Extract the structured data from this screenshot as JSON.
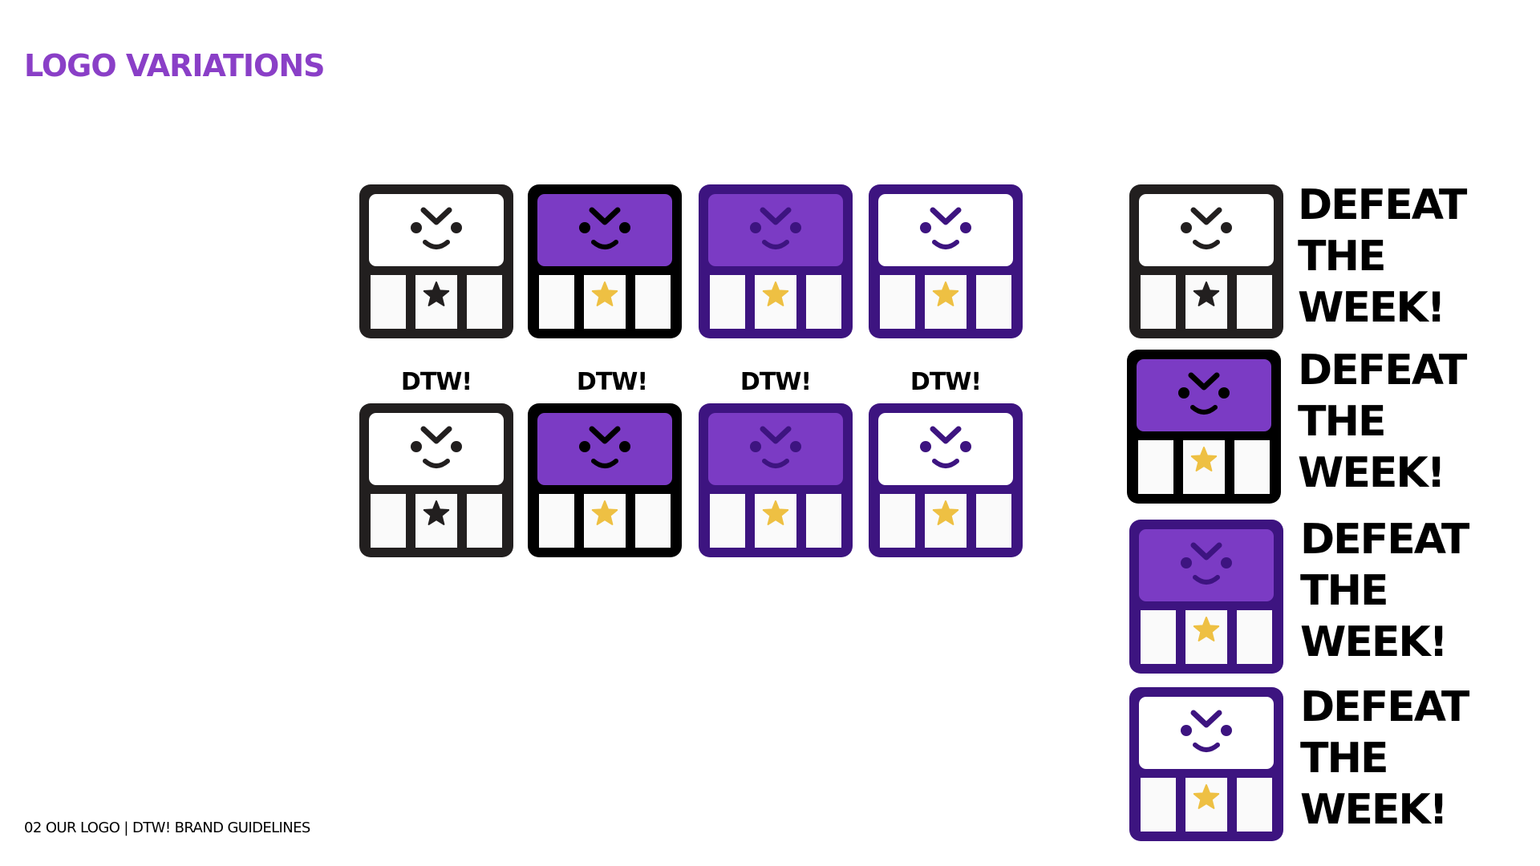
{
  "page": {
    "title": "LOGO VARIATIONS",
    "footer": "02 OUR LOGO | DTW! BRAND GUIDELINES"
  },
  "colors": {
    "title": "#8a3fc7",
    "text": "#000000",
    "purple_fill": "#7b3bc4",
    "dark_purple": "#3d1480",
    "charcoal": "#221f1f",
    "black": "#000000",
    "white": "#ffffff",
    "cell_white": "#fafafa",
    "star_gold": "#eec043"
  },
  "styles": [
    {
      "name": "mono-charcoal",
      "frame": "#221f1f",
      "screen": "#ffffff",
      "face": "#221f1f",
      "star": "#221f1f"
    },
    {
      "name": "black-purple",
      "frame": "#000000",
      "screen": "#7b3bc4",
      "face": "#000000",
      "star": "#eec043"
    },
    {
      "name": "dark-purple-filled",
      "frame": "#3d1480",
      "screen": "#7b3bc4",
      "face": "#3d1480",
      "star": "#eec043"
    },
    {
      "name": "dark-purple-white",
      "frame": "#3d1480",
      "screen": "#ffffff",
      "face": "#3d1480",
      "star": "#eec043"
    }
  ],
  "grid_labels": [
    "DTW!",
    "DTW!",
    "DTW!",
    "DTW!"
  ],
  "wordmark": {
    "line1": "DEFEAT",
    "line2": "THE",
    "line3": "WEEK!"
  }
}
